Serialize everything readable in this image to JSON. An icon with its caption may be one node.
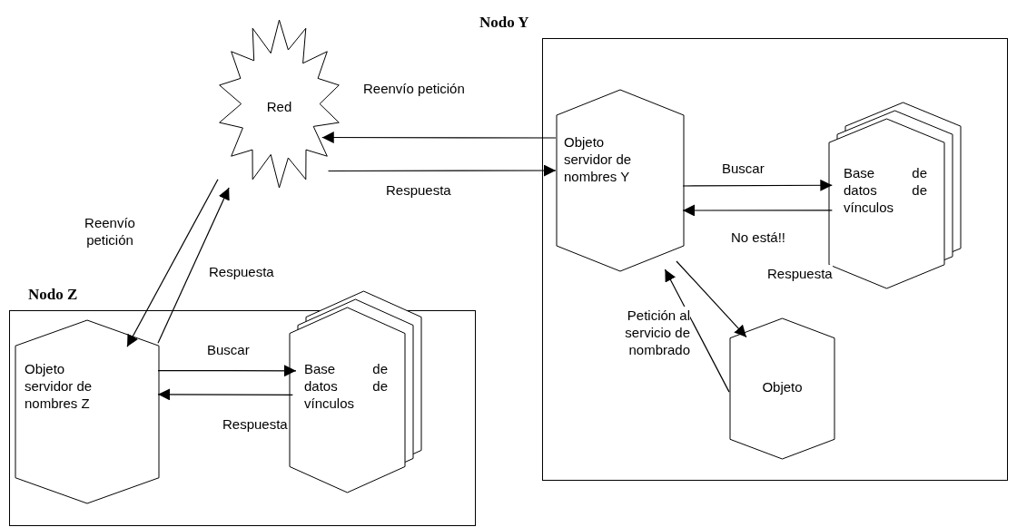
{
  "diagram": {
    "nodes": [
      {
        "text": [
          "Red"
        ]
      },
      {
        "text": [
          "Nodo Y"
        ]
      },
      {
        "text": [
          "Objeto servidor de nombres Y"
        ],
        "in": 1
      },
      {
        "text": [
          "Base de datos de vínculos"
        ],
        "in": 1
      },
      {
        "text": [
          "Objeto"
        ],
        "in": 1
      },
      {
        "text": [
          "Nodo Z"
        ]
      },
      {
        "text": [
          "Objeto servidor de nombres Z"
        ],
        "in": 5
      },
      {
        "text": [
          "Base de datos de vínculos"
        ],
        "in": 5
      }
    ],
    "edges": [
      {
        "from": 2,
        "to": 0,
        "arrow": "to",
        "label": "Reenvío petición"
      },
      {
        "from": 0,
        "to": 2,
        "arrow": "to",
        "label": "Respuesta"
      },
      {
        "from": 2,
        "to": 3,
        "arrow": "to",
        "label": "Buscar"
      },
      {
        "from": 3,
        "to": 2,
        "arrow": "to",
        "label": "No está!!"
      },
      {
        "from": 2,
        "to": 4,
        "arrow": "to",
        "label": "Respuesta"
      },
      {
        "from": 4,
        "to": 2,
        "arrow": "to",
        "label": "Petición al servicio de nombrado"
      },
      {
        "from": 0,
        "to": 6,
        "arrow": "to",
        "label": "Reenvío petición"
      },
      {
        "from": 6,
        "to": 0,
        "arrow": "to",
        "label": "Respuesta"
      },
      {
        "from": 6,
        "to": 7,
        "arrow": "to",
        "label": "Buscar"
      },
      {
        "from": 7,
        "to": 6,
        "arrow": "to",
        "label": "Respuesta"
      }
    ]
  }
}
